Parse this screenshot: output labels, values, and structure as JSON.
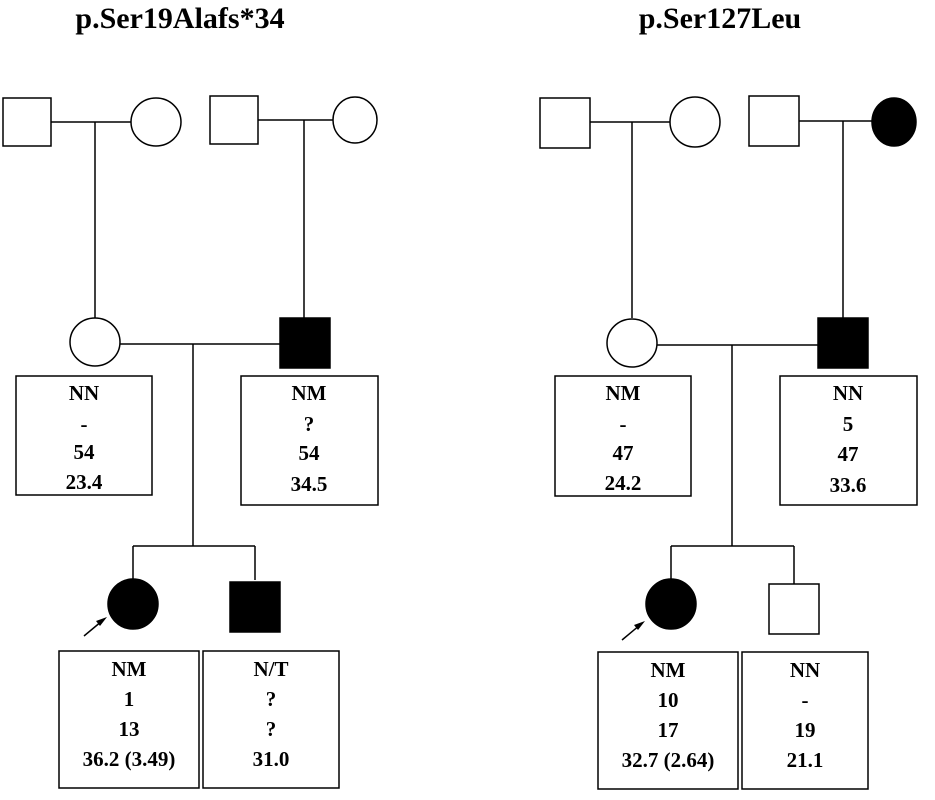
{
  "pedigrees": [
    {
      "title": "p.Ser19Alafs*34",
      "parents": [
        {
          "genotype": "NN",
          "line2": "-",
          "line3": "54",
          "line4": "23.4"
        },
        {
          "genotype": "NM",
          "line2": "?",
          "line3": "54",
          "line4": "34.5"
        }
      ],
      "children": [
        {
          "genotype": "NM",
          "line2": "1",
          "line3": "13",
          "line4": "36.2 (3.49)"
        },
        {
          "genotype": "N/T",
          "line2": "?",
          "line3": "?",
          "line4": "31.0"
        }
      ]
    },
    {
      "title": "p.Ser127Leu",
      "parents": [
        {
          "genotype": "NM",
          "line2": "-",
          "line3": "47",
          "line4": "24.2"
        },
        {
          "genotype": "NN",
          "line2": "5",
          "line3": "47",
          "line4": "33.6"
        }
      ],
      "children": [
        {
          "genotype": "NM",
          "line2": "10",
          "line3": "17",
          "line4": "32.7 (2.64)"
        },
        {
          "genotype": "NN",
          "line2": "-",
          "line3": "19",
          "line4": "21.1"
        }
      ]
    }
  ],
  "colors": {
    "line": "#000000",
    "affected": "#000000",
    "unaffected": "#ffffff"
  }
}
